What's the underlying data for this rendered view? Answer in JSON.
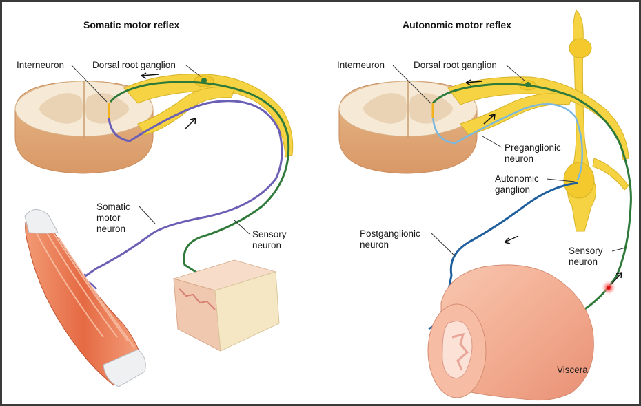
{
  "titles": {
    "somatic": "Somatic motor reflex",
    "autonomic": "Autonomic motor reflex"
  },
  "labels": {
    "interneuron": "Interneuron",
    "dorsal_root_ganglion": "Dorsal root ganglion",
    "somatic_motor_neuron": [
      "Somatic",
      "motor",
      "neuron"
    ],
    "sensory_neuron": [
      "Sensory",
      "neuron"
    ],
    "preganglionic_neuron": [
      "Preganglionic",
      "neuron"
    ],
    "autonomic_ganglion": [
      "Autonomic",
      "ganglion"
    ],
    "postganglionic_neuron": [
      "Postganglionic",
      "neuron"
    ],
    "viscera": "Viscera"
  },
  "colors": {
    "nerve": "#f5d343",
    "sensory": "#2f7a3a",
    "somatic_motor": "#6a5fb5",
    "preganglionic": "#7ab8e0",
    "postganglionic": "#1f5f9e",
    "muscle": "#e8704a",
    "spinal_cord": "#f4e6cf"
  }
}
